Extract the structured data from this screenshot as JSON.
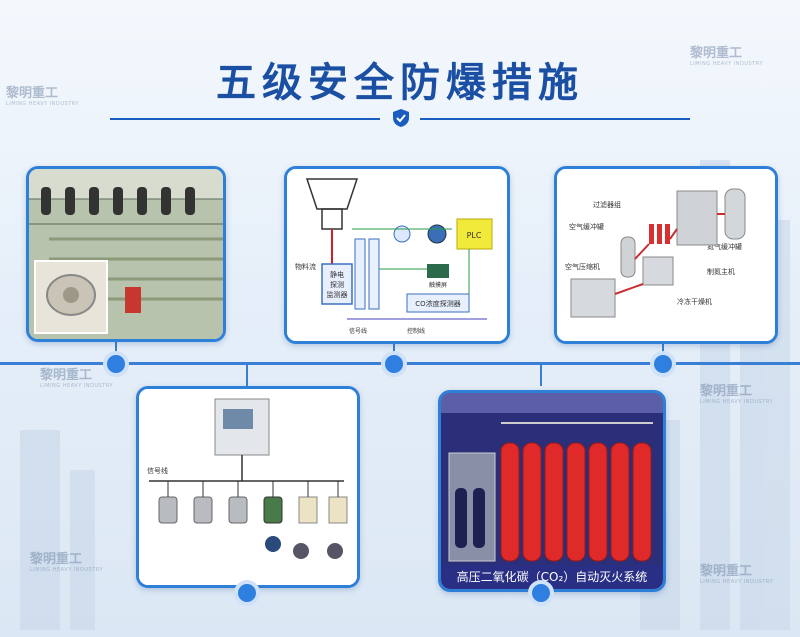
{
  "title": "五级安全防爆措施",
  "watermark": {
    "brand": "黎明重工",
    "sub": "LIMING HEAVY INDUSTRY"
  },
  "card2": {
    "plc": "PLC",
    "material_flow": "物料流",
    "monitor": [
      "静电",
      "探测",
      "监测器"
    ],
    "sensor_screen": "触摸屏",
    "co_detector": "CO浓度探测器",
    "signal_line": "信号线",
    "control_line": "控制线"
  },
  "card3": {
    "filter_group": "过滤器组",
    "air_buffer_tank": "空气缓冲罐",
    "air_compressor": "空气压缩机",
    "nitrogen_buffer_tank": "氮气缓冲罐",
    "nitrogen_main_unit": "制氮主机",
    "freeze_dryer": "冷冻干燥机"
  },
  "card4": {
    "signal_line": "信号线"
  },
  "card5": {
    "caption": "高压二氧化碳（CO₂）自动灭火系统"
  },
  "colors": {
    "accent": "#2e7fd7",
    "title": "#1a4fa3",
    "caption_bg": "#2a2f86",
    "cylinder": "#e02a2a"
  }
}
